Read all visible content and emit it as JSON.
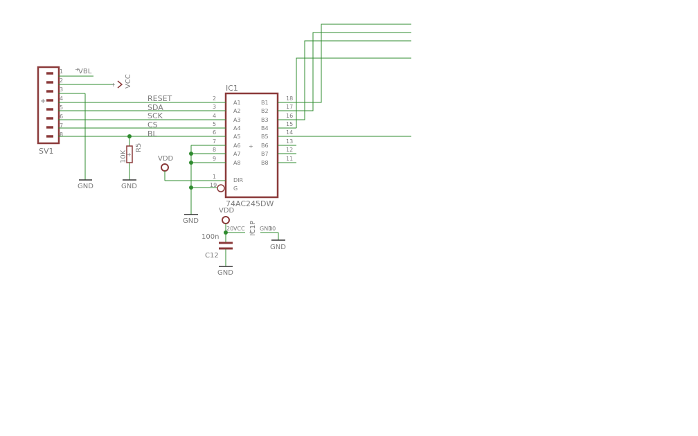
{
  "connector": {
    "name": "SV1",
    "pins": [
      "1",
      "2",
      "3",
      "4",
      "5",
      "6",
      "7",
      "8"
    ],
    "power_labels": [
      "VBL",
      "VCC"
    ]
  },
  "nets": [
    "RESET",
    "SDA",
    "SCK",
    "CS",
    "BL"
  ],
  "resistor": {
    "name": "R5",
    "value": "10K"
  },
  "ic": {
    "name": "IC1",
    "part": "74AC245DW",
    "a_pins": [
      {
        "label": "A1",
        "num": "2"
      },
      {
        "label": "A2",
        "num": "3"
      },
      {
        "label": "A3",
        "num": "4"
      },
      {
        "label": "A4",
        "num": "5"
      },
      {
        "label": "A5",
        "num": "6"
      },
      {
        "label": "A6",
        "num": "7"
      },
      {
        "label": "A7",
        "num": "8"
      },
      {
        "label": "A8",
        "num": "9"
      }
    ],
    "b_pins": [
      {
        "label": "B1",
        "num": "18"
      },
      {
        "label": "B2",
        "num": "17"
      },
      {
        "label": "B3",
        "num": "16"
      },
      {
        "label": "B4",
        "num": "15"
      },
      {
        "label": "B5",
        "num": "14"
      },
      {
        "label": "B6",
        "num": "13"
      },
      {
        "label": "B7",
        "num": "12"
      },
      {
        "label": "B8",
        "num": "11"
      }
    ],
    "dir": {
      "label": "DIR",
      "num": "1"
    },
    "g": {
      "label": "G",
      "num": "19"
    }
  },
  "supply": {
    "vdd1": "VDD",
    "vdd2": "VDD"
  },
  "power_part": {
    "name": "IC1P",
    "pin_vcc": "20",
    "pin_gnd": "10",
    "vcc_label": "VCC",
    "gnd_label": "GND"
  },
  "capacitor": {
    "name": "C12",
    "value": "100n"
  },
  "gnd_labels": [
    "GND",
    "GND",
    "GND",
    "GND",
    "GND"
  ]
}
